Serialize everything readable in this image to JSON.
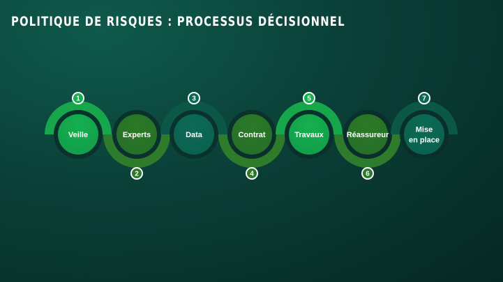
{
  "title": "POLITIQUE DE RISQUES : PROCESSUS DÉCISIONNEL",
  "steps": [
    {
      "number": "1",
      "lines": [
        "Veille"
      ],
      "circle": "#14b14f",
      "ring": "#17a64b",
      "position": "top"
    },
    {
      "number": "2",
      "lines": [
        "Experts"
      ],
      "circle": "#2b7a27",
      "ring": "#2e7b2b",
      "position": "bottom"
    },
    {
      "number": "3",
      "lines": [
        "Data"
      ],
      "circle": "#0b6a55",
      "ring": "#0b5848",
      "position": "top"
    },
    {
      "number": "4",
      "lines": [
        "Contrat"
      ],
      "circle": "#2b7a27",
      "ring": "#2e7b2b",
      "position": "bottom"
    },
    {
      "number": "5",
      "lines": [
        "Travaux"
      ],
      "circle": "#14b14f",
      "ring": "#17a64b",
      "position": "top"
    },
    {
      "number": "6",
      "lines": [
        "Réassureur"
      ],
      "circle": "#2b7a27",
      "ring": "#2e7b2b",
      "position": "bottom"
    },
    {
      "number": "7",
      "lines": [
        "Mise",
        "en place"
      ],
      "circle": "#0b6a55",
      "ring": "#0b5848",
      "position": "top"
    }
  ]
}
